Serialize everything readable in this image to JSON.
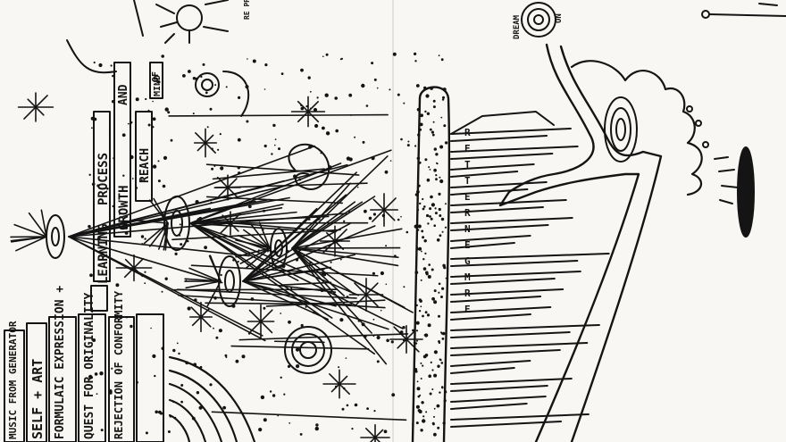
{
  "artwork": {
    "palette": {
      "ink": "#141414",
      "paper": "#f8f7f3"
    },
    "labels": {
      "learning_column": [
        "LEARNING",
        "PROCESS",
        "AND",
        "GROWTH",
        "OF",
        "MIND",
        "REACH"
      ],
      "stack_column": [
        "MUSIC FROM GENERATOR",
        "SELF + ART",
        "FORMULAIC EXPRESSION +",
        "QUEST FOR ORIGINALITY",
        "REJECTION OF CONFORMITY"
      ],
      "vertical_letters": "RETTERNEG M R E",
      "dream_label": "DREAM",
      "on_label": "ON",
      "top_note": "RE PRESENT THINKING"
    }
  }
}
